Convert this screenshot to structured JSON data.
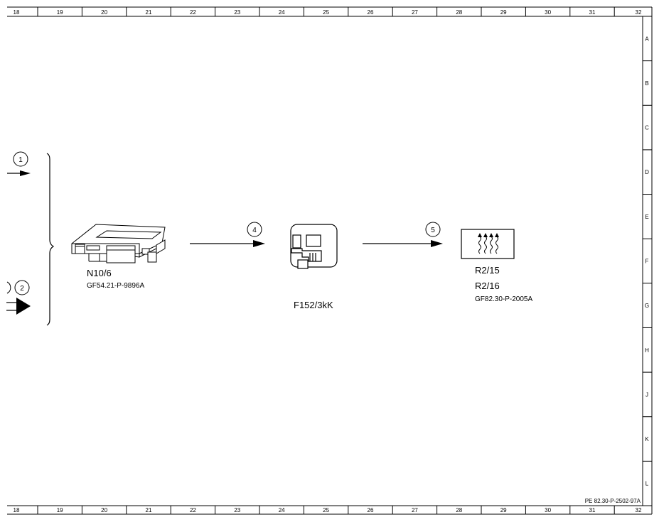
{
  "frame": {
    "columns": [
      "18",
      "19",
      "20",
      "21",
      "22",
      "23",
      "24",
      "25",
      "26",
      "27",
      "28",
      "29",
      "30",
      "31",
      "32"
    ],
    "rows": [
      "A",
      "B",
      "C",
      "D",
      "E",
      "F",
      "G",
      "H",
      "J",
      "K",
      "L"
    ],
    "doc_ref": "PE 82.30-P-2502-97A"
  },
  "callouts": {
    "c1": "1",
    "c2": "2",
    "c4": "4",
    "c5": "5"
  },
  "components": {
    "control_unit": {
      "code": "N10/6",
      "ref": "GF54.21-P-9896A",
      "icon": "control-unit-icon"
    },
    "relay": {
      "code": "F152/3kK",
      "icon": "relay-icon"
    },
    "heater": {
      "code1": "R2/15",
      "code2": "R2/16",
      "ref": "GF82.30-P-2005A",
      "icon": "heater-element-icon"
    }
  }
}
